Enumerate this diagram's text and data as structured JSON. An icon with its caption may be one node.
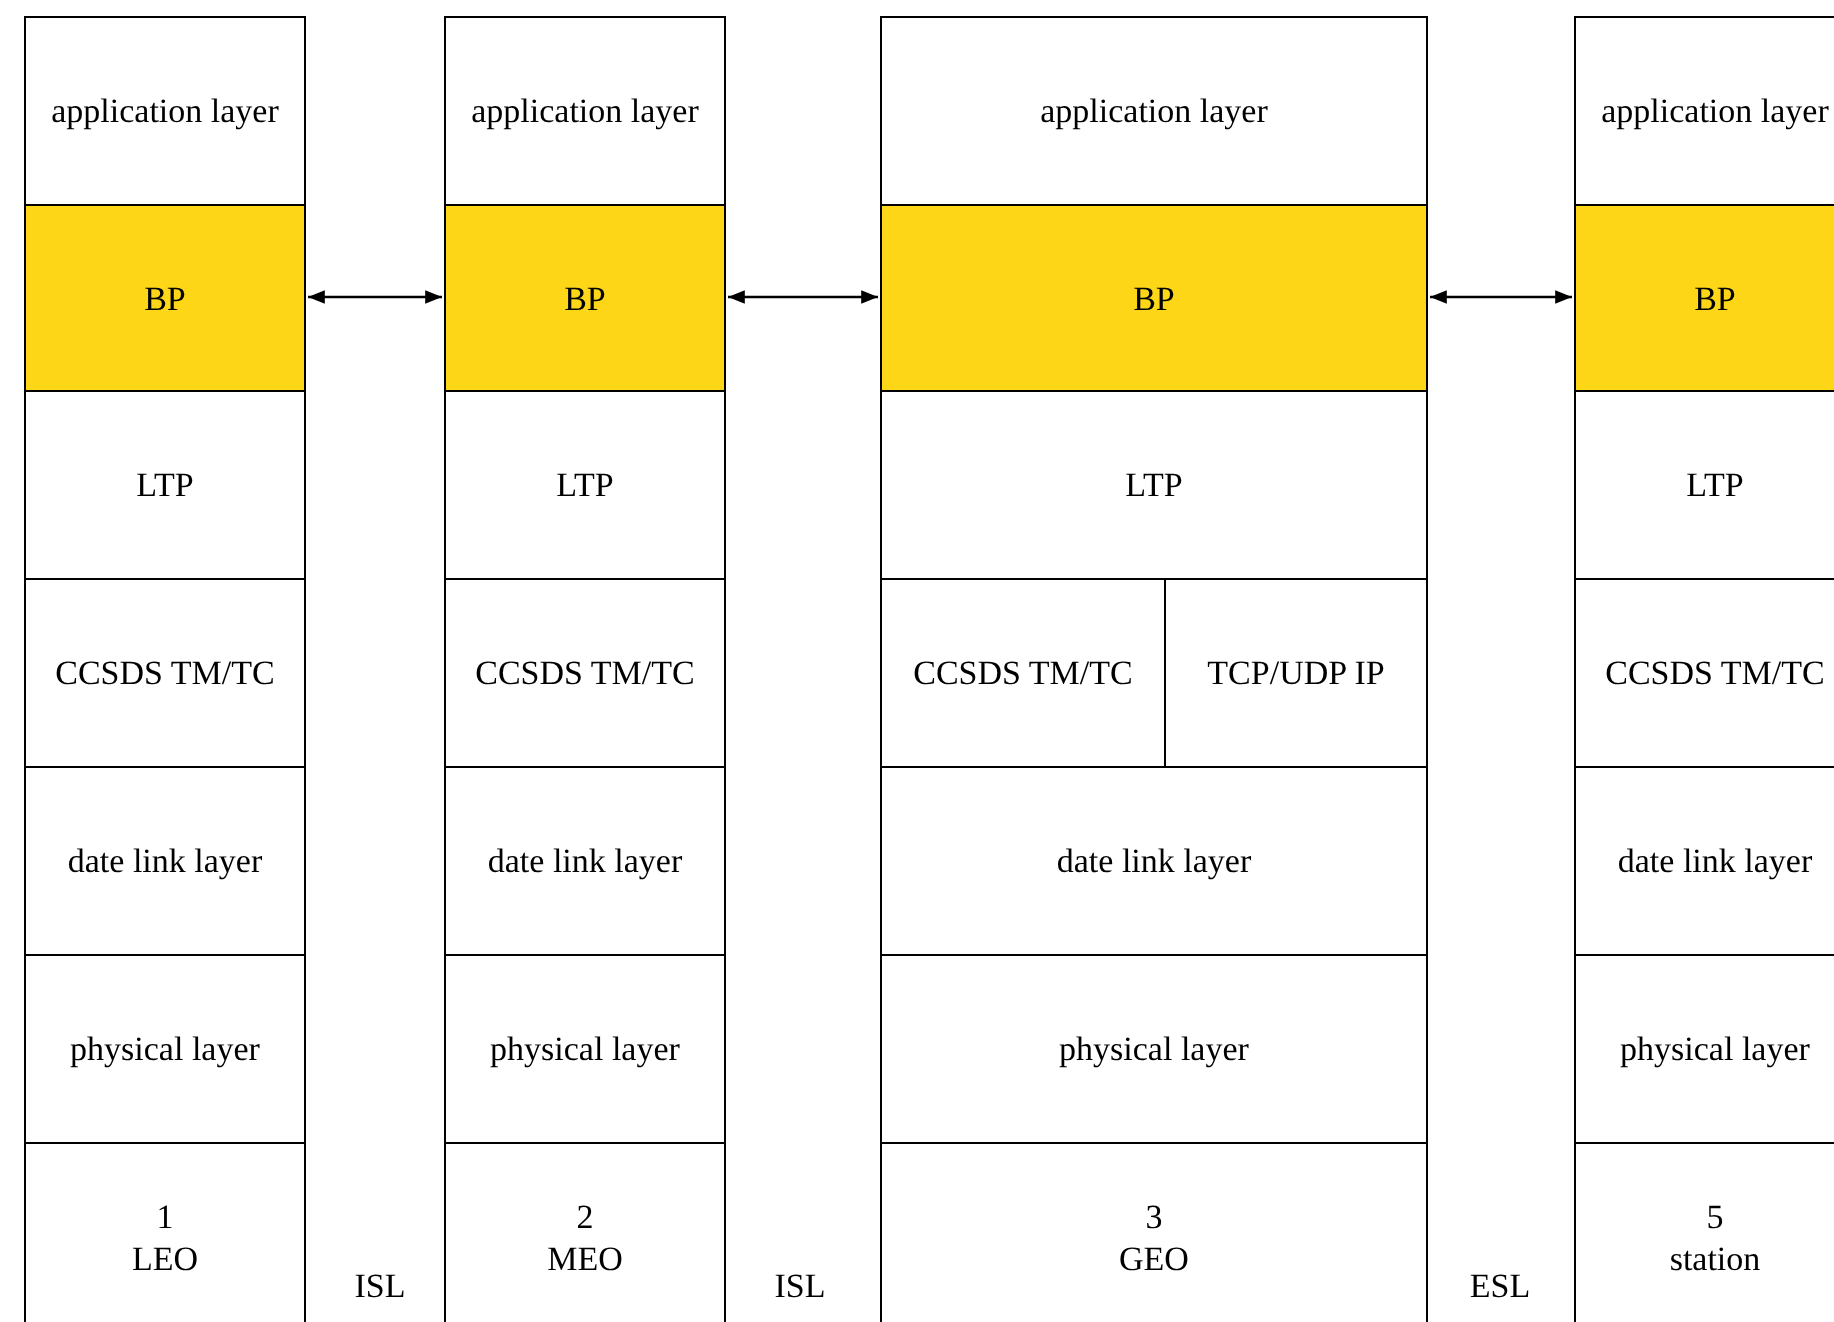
{
  "diagram": {
    "nodes": [
      {
        "text": [
          "application layer"
        ]
      },
      {
        "text": [
          "BP"
        ]
      },
      {
        "text": [
          "LTP"
        ]
      },
      {
        "text": [
          "CCSDS TM/TC"
        ]
      },
      {
        "text": [
          "date link layer"
        ]
      },
      {
        "text": [
          "physical layer"
        ]
      },
      {
        "text": [
          "1",
          "LEO"
        ]
      },
      {
        "text": [
          "application layer"
        ]
      },
      {
        "text": [
          "BP"
        ]
      },
      {
        "text": [
          "LTP"
        ]
      },
      {
        "text": [
          "CCSDS TM/TC"
        ]
      },
      {
        "text": [
          "date link layer"
        ]
      },
      {
        "text": [
          "physical layer"
        ]
      },
      {
        "text": [
          "2",
          "MEO"
        ]
      },
      {
        "text": [
          "application layer"
        ]
      },
      {
        "text": [
          "BP"
        ]
      },
      {
        "text": [
          "LTP"
        ]
      },
      {
        "text": [
          "CCSDS TM/TC"
        ]
      },
      {
        "text": [
          "TCP/UDP IP"
        ]
      },
      {
        "text": [
          "date link layer"
        ]
      },
      {
        "text": [
          "physical layer"
        ]
      },
      {
        "text": [
          "3",
          "GEO"
        ]
      },
      {
        "text": [
          "application layer"
        ]
      },
      {
        "text": [
          "BP"
        ]
      },
      {
        "text": [
          "LTP"
        ]
      },
      {
        "text": [
          "CCSDS TM/TC"
        ]
      },
      {
        "text": [
          "date link layer"
        ]
      },
      {
        "text": [
          "physical layer"
        ]
      },
      {
        "text": [
          "5",
          "station"
        ]
      }
    ],
    "edges": [
      {
        "from": 1,
        "to": 8,
        "arrow": "both"
      },
      {
        "from": 8,
        "to": 15,
        "arrow": "both"
      },
      {
        "from": 15,
        "to": 23,
        "arrow": "both"
      }
    ],
    "labels": [
      "ISL",
      "ISL",
      "ESL"
    ]
  }
}
